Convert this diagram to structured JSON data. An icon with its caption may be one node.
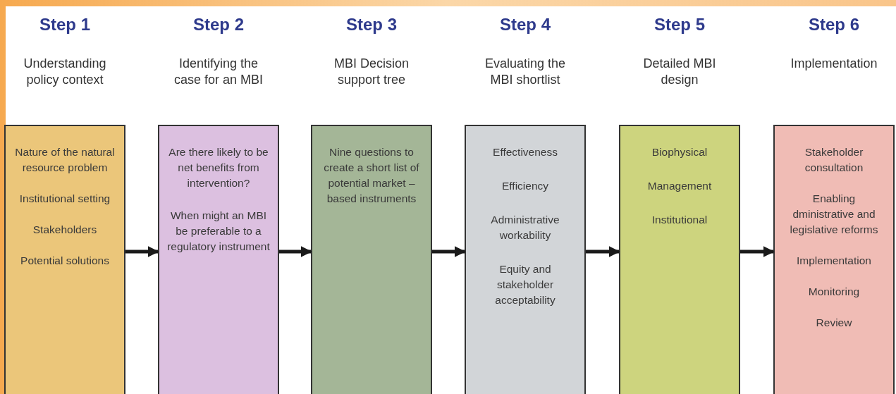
{
  "diagram": {
    "nodes": [
      {
        "text": [
          "Understanding policy context",
          "Nature of the natural resource problem",
          "Institutional setting",
          "Stakeholders",
          "Potential solutions"
        ]
      },
      {
        "text": [
          "Identifying the case for an MBI",
          "Are there likely to be net benefits from intervention?",
          "When might an MBI be preferable to a regulatory instrument"
        ]
      },
      {
        "text": [
          "MBI Decision support tree",
          "Nine questions to create a short list of potential market – based instruments"
        ]
      },
      {
        "text": [
          "Evaluating the MBI shortlist",
          "Effectiveness",
          "Efficiency",
          "Administrative workability",
          "Equity and stakeholder acceptability"
        ]
      },
      {
        "text": [
          "Detailed MBI design",
          "Biophysical",
          "Management",
          "Institutional"
        ]
      },
      {
        "text": [
          "Implementation",
          "Stakeholder consultation",
          "Enabling dministrative and legislative reforms",
          "Implementation",
          "Monitoring",
          "Review"
        ]
      }
    ],
    "edges": [
      {
        "from": 0,
        "to": 1,
        "arrow": "to"
      },
      {
        "from": 1,
        "to": 2,
        "arrow": "to"
      },
      {
        "from": 2,
        "to": 3,
        "arrow": "to"
      },
      {
        "from": 3,
        "to": 4,
        "arrow": "to"
      },
      {
        "from": 4,
        "to": 5,
        "arrow": "to"
      }
    ],
    "labels": [
      "Step 1",
      "Step 2",
      "Step 3",
      "Step 4",
      "Step 5",
      "Step 6"
    ]
  }
}
